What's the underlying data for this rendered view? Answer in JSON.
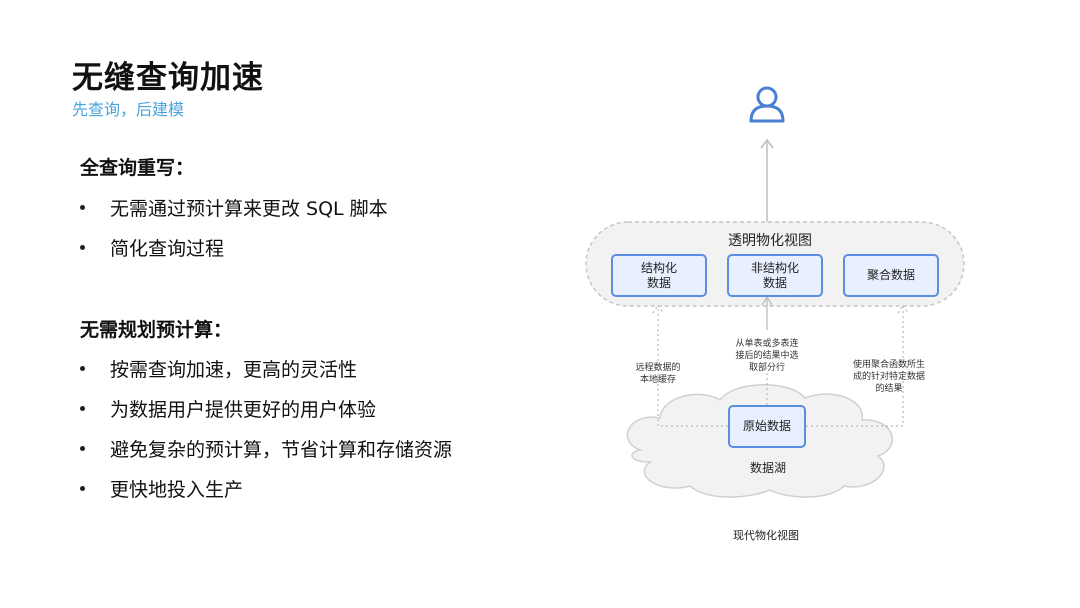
{
  "header": {
    "title": "无缝查询加速",
    "subtitle": "先查询，后建模"
  },
  "section1": {
    "heading": "全查询重写：",
    "bullets": [
      "无需通过预计算来更改 SQL 脚本",
      "简化查询过程"
    ]
  },
  "section2": {
    "heading": "无需规划预计算：",
    "bullets": [
      "按需查询加速，更高的灵活性",
      "为数据用户提供更好的用户体验",
      "避免复杂的预计算，节省计算和存储资源",
      "更快地投入生产"
    ]
  },
  "diagram": {
    "user_icon": "user-icon",
    "mv_title": "透明物化视图",
    "boxes": {
      "structured": [
        "结构化",
        "数据"
      ],
      "unstructured": [
        "非结构化",
        "数据"
      ],
      "aggregated": "聚合数据"
    },
    "arrow_labels": {
      "left": [
        "远程数据的",
        "本地缓存"
      ],
      "middle": [
        "从单表或多表连",
        "接后的结果中选",
        "取部分行"
      ],
      "right": [
        "使用聚合函数所生",
        "成的针对特定数据",
        "的结果"
      ]
    },
    "raw_data": "原始数据",
    "lake": "数据湖",
    "caption": "现代物化视图",
    "colors": {
      "accent_blue": "#5b8ee0",
      "subtitle_blue": "#4aa3dc",
      "box_fill": "#e8f0ff"
    }
  }
}
